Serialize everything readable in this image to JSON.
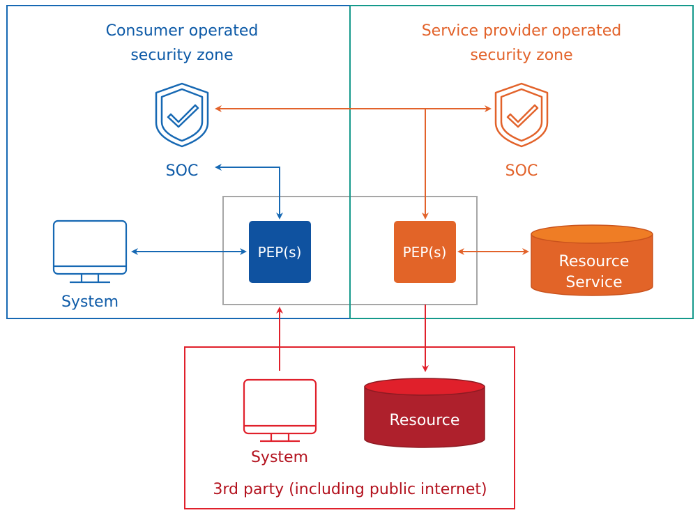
{
  "colors": {
    "consumer": "#0d5aa7",
    "consumer_line": "#1668b3",
    "consumer_fill": "#0f52a0",
    "provider_zone_border": "#14998b",
    "provider": "#e2622a",
    "provider_fill": "#e26428",
    "provider_cyl_top": "#ef7d25",
    "third_party": "#e0202b",
    "third_party_text": "#b3121e",
    "third_party_cyl_body": "#ae202c",
    "third_party_cyl_top": "#e0202b",
    "pep_boundary": "#a6a6a6",
    "white": "#ffffff"
  },
  "consumer_zone": {
    "title_line1": "Consumer operated",
    "title_line2": "security zone",
    "soc_label": "SOC",
    "soc_icon": "shield-check-icon",
    "system_label": "System",
    "system_icon": "monitor-icon",
    "pep_label": "PEP(s)"
  },
  "provider_zone": {
    "title_line1": "Service provider operated",
    "title_line2": "security zone",
    "soc_label": "SOC",
    "soc_icon": "shield-check-icon",
    "pep_label": "PEP(s)",
    "resource_line1": "Resource",
    "resource_line2": "Service"
  },
  "third_party_zone": {
    "title": "3rd party (including public internet)",
    "system_label": "System",
    "system_icon": "monitor-icon",
    "resource_label": "Resource"
  },
  "connections": [
    {
      "from": "provider-soc",
      "to": "consumer-soc",
      "direction": "both"
    },
    {
      "from": "soc-link",
      "to": "provider-pep",
      "direction": "one-way"
    },
    {
      "from": "consumer-soc",
      "to": "consumer-pep",
      "direction": "both"
    },
    {
      "from": "consumer-system",
      "to": "consumer-pep",
      "direction": "both"
    },
    {
      "from": "provider-pep",
      "to": "resource-service",
      "direction": "both"
    },
    {
      "from": "third-party-system",
      "to": "pep-boundary",
      "direction": "one-way"
    },
    {
      "from": "provider-pep",
      "to": "third-party-resource",
      "direction": "one-way"
    }
  ]
}
